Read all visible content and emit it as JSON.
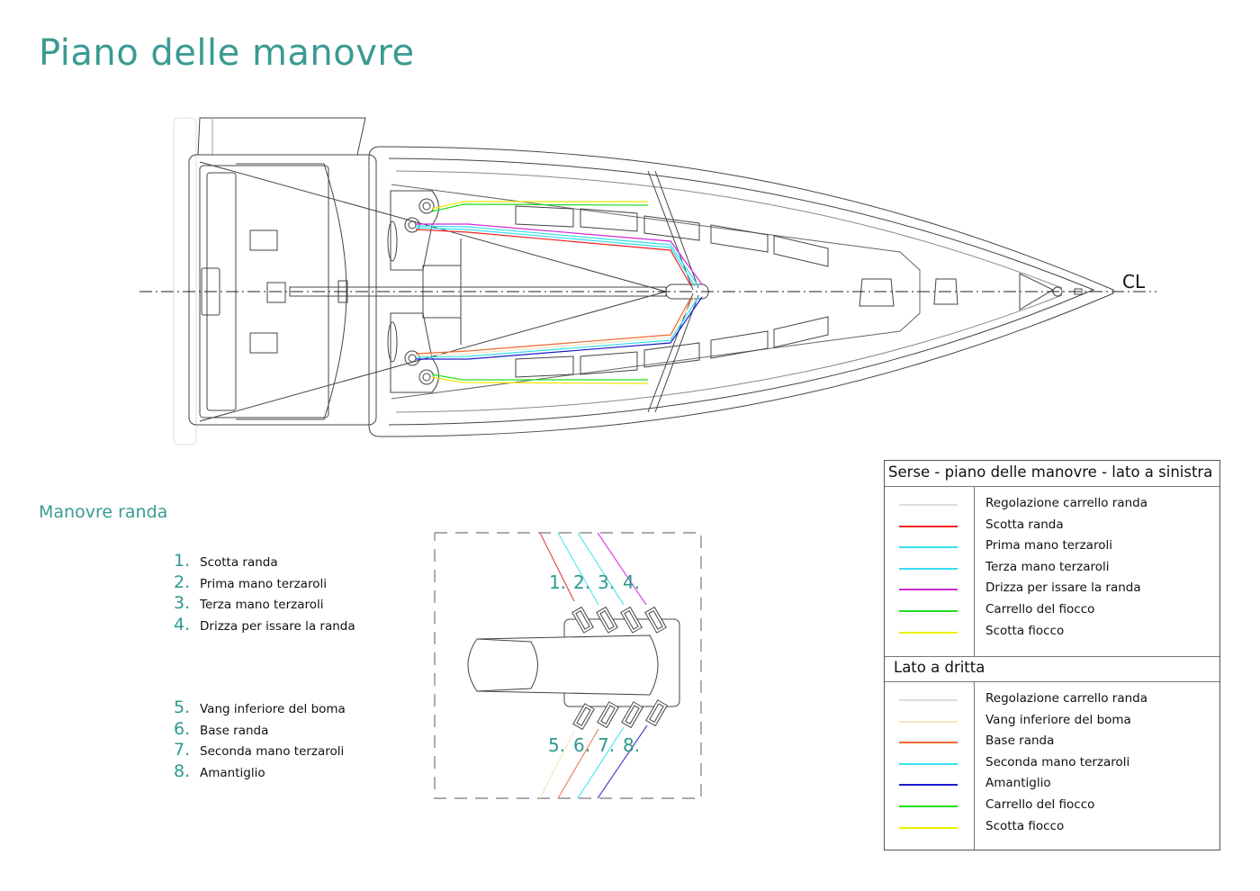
{
  "title": "Piano delle manovre",
  "centerline_label": "CL",
  "section_title": "Manovre randa",
  "list_top": [
    {
      "num": "1.",
      "label": "Scotta randa"
    },
    {
      "num": "2.",
      "label": "Prima mano terzaroli"
    },
    {
      "num": "3.",
      "label": "Terza mano terzaroli"
    },
    {
      "num": "4.",
      "label": "Drizza per issare la randa"
    }
  ],
  "list_bottom": [
    {
      "num": "5.",
      "label": "Vang inferiore del boma"
    },
    {
      "num": "6.",
      "label": "Base randa"
    },
    {
      "num": "7.",
      "label": "Seconda mano terzaroli"
    },
    {
      "num": "8.",
      "label": "Amantiglio"
    }
  ],
  "detail_labels": [
    "1.",
    "2.",
    "3.",
    "4.",
    "5.",
    "6.",
    "7.",
    "8."
  ],
  "detail_line_colors": [
    "#e05050",
    "#55e8ee",
    "#55e8ee",
    "#d04ad8",
    "#f5e6c4",
    "#e8875a",
    "#55e8ee",
    "#4a4ad0"
  ],
  "legend": {
    "title": "Serse - piano delle manovre - lato a sinistra",
    "port": [
      {
        "label": "Regolazione carrello randa",
        "color": "#dddddd"
      },
      {
        "label": "Scotta randa",
        "color": "#ee2222"
      },
      {
        "label": "Prima mano terzaroli",
        "color": "#33e0f0"
      },
      {
        "label": "Terza mano terzaroli",
        "color": "#33e0f0"
      },
      {
        "label": "Drizza per issare la randa",
        "color": "#d22ad8"
      },
      {
        "label": "Carrello del fiocco",
        "color": "#22dd22"
      },
      {
        "label": "Scotta fiocco",
        "color": "#f0f000"
      }
    ],
    "starboard_title": "Lato a dritta",
    "starboard": [
      {
        "label": "Regolazione carrello randa",
        "color": "#dddddd"
      },
      {
        "label": "Vang inferiore del boma",
        "color": "#f8e2c0"
      },
      {
        "label": "Base randa",
        "color": "#ee6a30"
      },
      {
        "label": "Seconda mano terzaroli",
        "color": "#33e0f0"
      },
      {
        "label": "Amantiglio",
        "color": "#1a1ad0"
      },
      {
        "label": "Carrello del fiocco",
        "color": "#22dd22"
      },
      {
        "label": "Scotta fiocco",
        "color": "#f0f000"
      }
    ]
  }
}
